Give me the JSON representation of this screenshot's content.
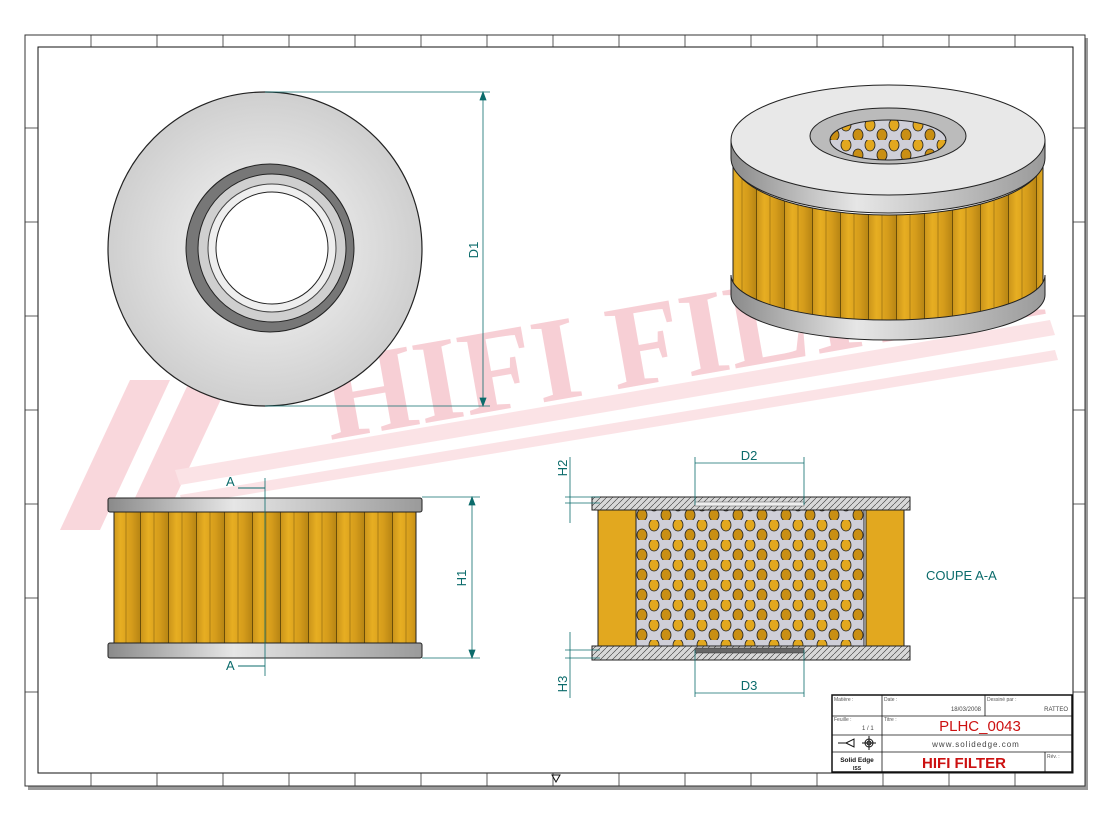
{
  "watermark": "HIFI FILTER",
  "dimensions": {
    "d1": "D1",
    "d2": "D2",
    "d3": "D3",
    "h1": "H1",
    "h2": "H2",
    "h3": "H3",
    "section_mark": "A",
    "section_title": "COUPE A-A"
  },
  "title_block": {
    "label_author_field": "Matière :",
    "label_date": "Date :",
    "date": "18/03/2008",
    "label_drawn_by": "Dessiné par :",
    "drawn_by": "RATTEO",
    "label_sheet": "Feuille :",
    "sheet": "1 / 1",
    "label_title": "Titre :",
    "part_number": "PLHC_0043",
    "website": "www.solidedge.com",
    "software": "Solid Edge",
    "software_sub": "ISS",
    "company": "HIFI FILTER",
    "label_rev": "Rév. :"
  },
  "colors": {
    "filter_media": "#e2a81f",
    "dimension": "#0b6b6b",
    "title_red": "#cc1111",
    "watermark": "#f7c6cc"
  }
}
